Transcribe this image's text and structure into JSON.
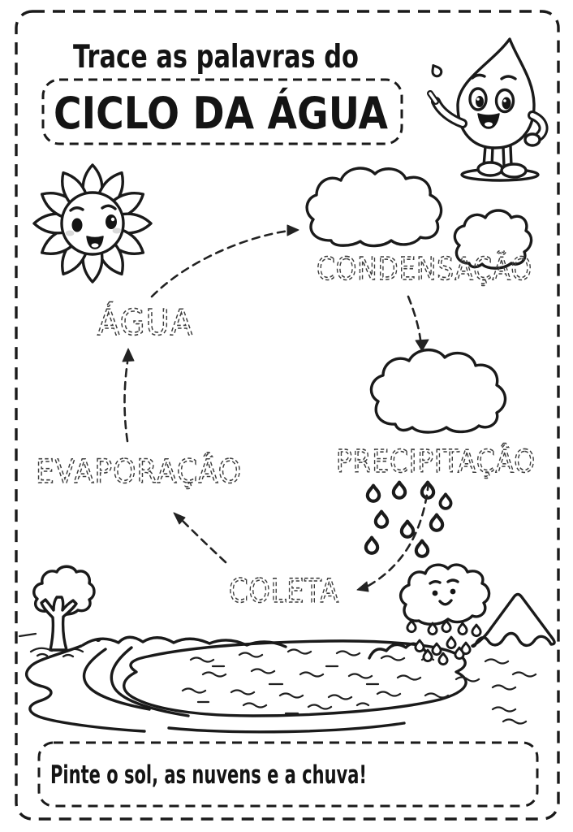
{
  "worksheet": {
    "title": "Trace as palavras do",
    "heading": "CICLO DA ÁGUA",
    "instruction": "Pinte o sol, as nuvens e a chuva!"
  },
  "trace_words": {
    "agua": "ÁGUA",
    "condensacao": "CONDENSAÇÃO",
    "precipitacao": "PRECIPITAÇÂO",
    "evaporacao": "EVAPORAÇÂO",
    "coleta": "COLETA"
  },
  "colors": {
    "paper": "#ffffff",
    "ink": "#1a1a1a",
    "trace_ink": "#3d3d3d"
  },
  "illustrations": [
    "sun-character",
    "water-drop-mascot",
    "large-cloud",
    "small-cloud",
    "rain-cloud",
    "smiling-rain-cloud",
    "mountain",
    "tree",
    "river",
    "lake",
    "rain-drops"
  ]
}
